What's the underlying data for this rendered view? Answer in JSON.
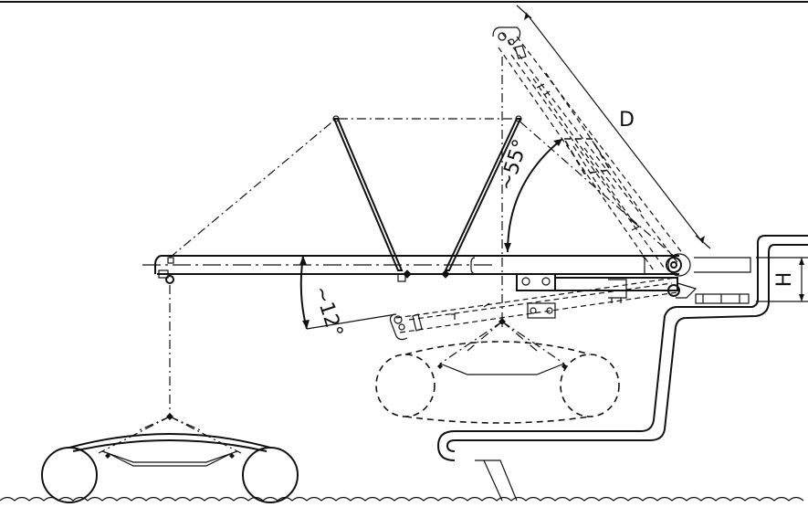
{
  "labels": {
    "dim_d": "D",
    "dim_h": "H",
    "angle_up": "~55°",
    "angle_down": "~12°"
  }
}
